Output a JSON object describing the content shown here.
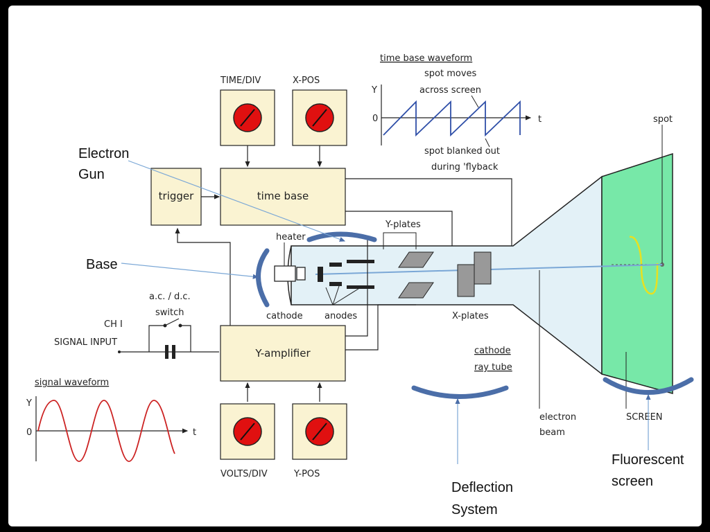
{
  "colors": {
    "frame": "#000000",
    "page": "#ffffff",
    "box_fill": "#faf3d2",
    "dial_red": "#e01010",
    "screen_green": "#77e8a8",
    "tube_fill": "#e3f1f7",
    "accent_blue": "#4b6ea8",
    "pointer_line": "#7aa7d6",
    "signal_wave": "#cc2222",
    "timebase_wave": "#2f4fa8",
    "trace_yellow": "#e8e020"
  },
  "blocks": {
    "trigger": "trigger",
    "time_base": "time base",
    "y_amplifier": "Y-amplifier"
  },
  "controls": {
    "time_div": "TIME/DIV",
    "x_pos": "X-POS",
    "volts_div": "VOLTS/DIV",
    "y_pos": "Y-POS"
  },
  "input": {
    "ch1": "CH I",
    "signal_input": "SIGNAL INPUT",
    "switch_line1": "a.c. / d.c.",
    "switch_line2": "switch"
  },
  "signal_waveform": {
    "title": "signal waveform",
    "y": "Y",
    "zero": "0",
    "t": "t"
  },
  "time_base_waveform": {
    "title": "time base waveform",
    "y": "Y",
    "zero": "0",
    "t": "t",
    "note1_line1": "spot moves",
    "note1_line2": "across screen",
    "note2_line1": "spot blanked out",
    "note2_line2": "during 'flyback"
  },
  "tube": {
    "heater": "heater",
    "y_plates": "Y-plates",
    "x_plates": "X-plates",
    "cathode": "cathode",
    "anodes": "anodes",
    "crt_line1": "cathode",
    "crt_line2": "ray tube",
    "electron_beam_line1": "electron",
    "electron_beam_line2": "beam",
    "screen": "SCREEN",
    "spot": "spot"
  },
  "annotations": {
    "electron_gun_line1": "Electron",
    "electron_gun_line2": "Gun",
    "base": "Base",
    "deflection_line1": "Deflection",
    "deflection_line2": "System",
    "fluorescent_line1": "Fluorescent",
    "fluorescent_line2": "screen"
  }
}
